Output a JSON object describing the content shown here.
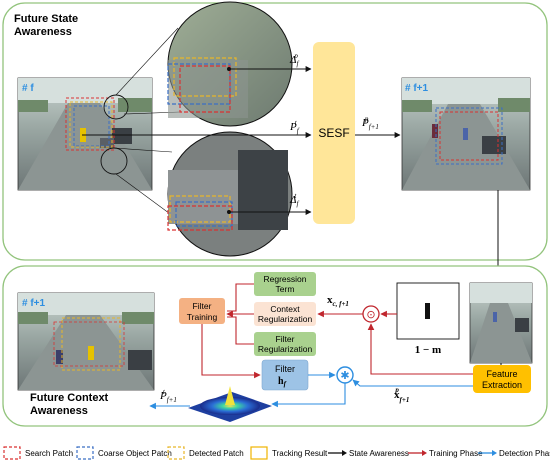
{
  "sections": {
    "top_title_line1": "Future State",
    "top_title_line2": "Awareness",
    "bottom_title_line1": "Future Context",
    "bottom_title_line2": "Awareness"
  },
  "frames": {
    "frame_f": "# f",
    "frame_f1_top": "# f+1",
    "frame_f1_bottom": "# f+1"
  },
  "modules": {
    "sesf": "SESF",
    "regression_term_line1": "Regression",
    "regression_term_line2": "Term",
    "context_reg_line1": "Context",
    "context_reg_line2": "Regularization",
    "filter_reg_line1": "Filter",
    "filter_reg_line2": "Regularization",
    "filter_training_line1": "Filter",
    "filter_training_line2": "Training",
    "feature_extraction_line1": "Feature",
    "feature_extraction_line2": "Extraction",
    "filter_line1": "Filter",
    "filter_symbol": "h",
    "filter_sub": "f",
    "mask_label": "1 − m"
  },
  "math": {
    "delta_p": {
      "base": "Δ",
      "sub": "f",
      "sup": "p"
    },
    "p_t": {
      "base": "P",
      "sub": "f",
      "sup": "t"
    },
    "delta_t": {
      "base": "Δ",
      "sub": "f",
      "sup": "t"
    },
    "p_next": {
      "base": "P",
      "sub": "f+1",
      "sup": "p"
    },
    "x_context": {
      "base": "x",
      "sub": "c, f+1"
    },
    "x_search": {
      "base": "x",
      "sub": "f+1",
      "sup": "p"
    },
    "p_out": {
      "base": "P",
      "sub": "f+1",
      "sup": "t"
    },
    "hadamard": "⊙",
    "correlation": "✱"
  },
  "legend": [
    {
      "label": "Search Patch",
      "color": "#d93232",
      "kind": "dashed-box"
    },
    {
      "label": "Coarse Object Patch",
      "color": "#3b6fc4",
      "kind": "dashed-box"
    },
    {
      "label": "Detected Patch",
      "color": "#e8b62a",
      "kind": "dashed-box"
    },
    {
      "label": "Tracking Result",
      "color": "#f0b400",
      "kind": "solid-box"
    },
    {
      "label": "State Awareness",
      "color": "#111111",
      "kind": "arrow"
    },
    {
      "label": "Training Phase",
      "color": "#c0262d",
      "kind": "arrow"
    },
    {
      "label": "Detection Phase",
      "color": "#2d8ee0",
      "kind": "arrow"
    }
  ],
  "colors": {
    "panel_border": "#93c47d",
    "sesf_fill": "#ffe699",
    "green_box": "#a9d18e",
    "peach_box": "#f8cbad",
    "orange_box": "#f4b183",
    "feature_box": "#ffc000",
    "filter_box": "#9dc3e6"
  }
}
